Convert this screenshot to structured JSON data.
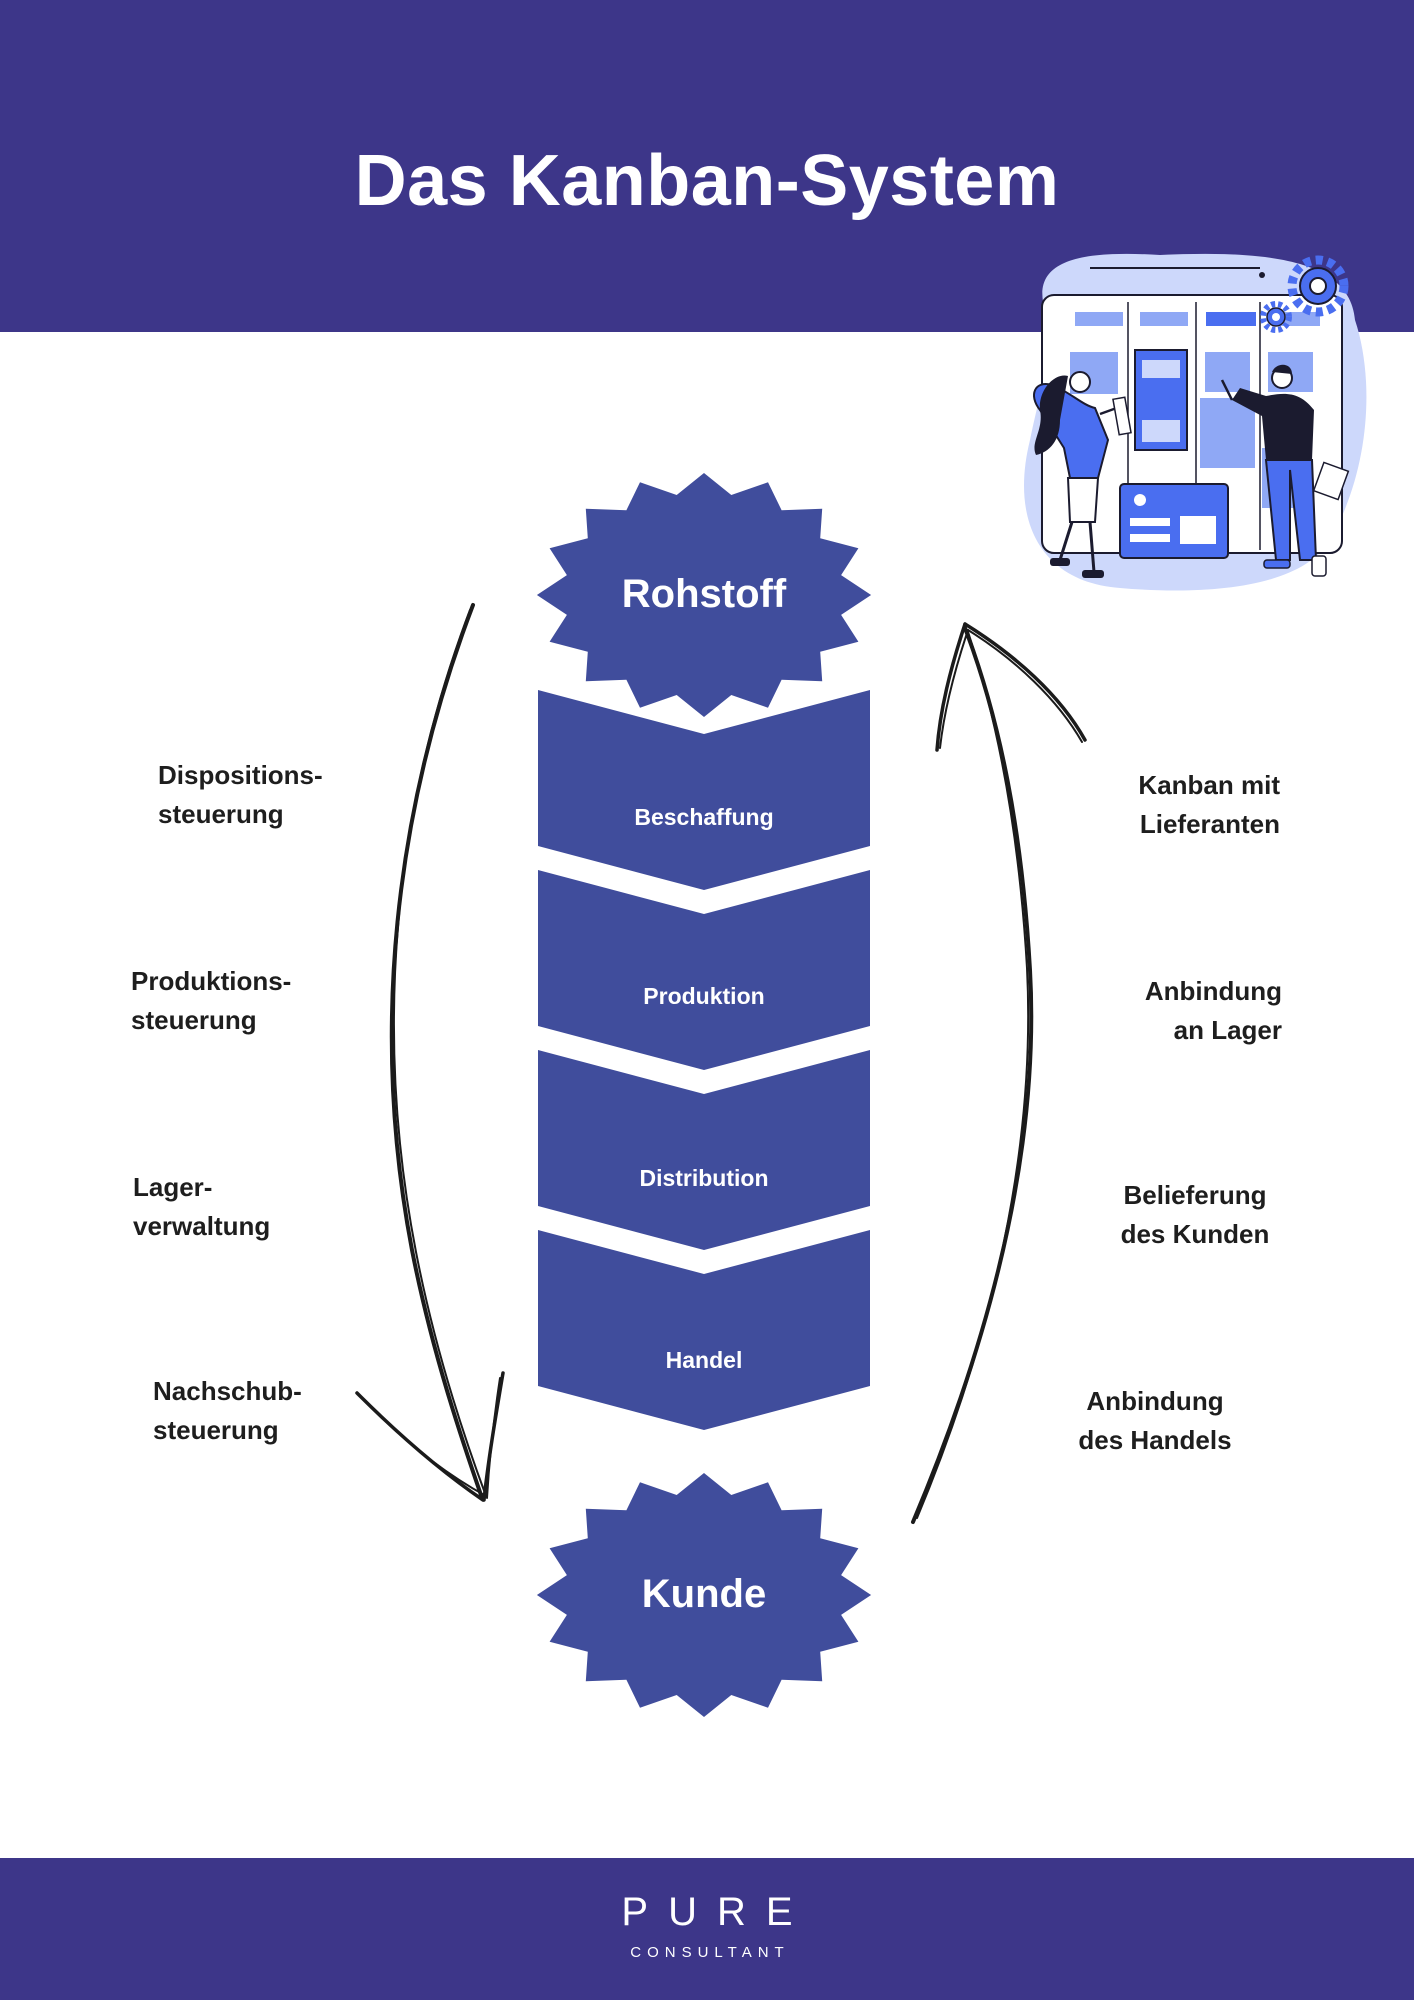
{
  "header": {
    "title": "Das Kanban-System"
  },
  "flow": {
    "start": "Rohstoff",
    "stages": [
      "Beschaffung",
      "Produktion",
      "Distribution",
      "Handel"
    ],
    "end": "Kunde"
  },
  "left_labels": [
    "Dispositions-\nsteuerung",
    "Produktions-\nsteuerung",
    "Lager-\nverwaltung",
    "Nachschub-\nsteuerung"
  ],
  "right_labels": [
    "Kanban mit\nLieferanten",
    "Anbindung\nan Lager",
    "Belieferung\ndes Kunden",
    "Anbindung\ndes Handels"
  ],
  "footer": {
    "brand": "PURE",
    "tagline": "CONSULTANT"
  },
  "colors": {
    "band": "#3d3689",
    "shape": "#404d9c",
    "illustration_blue": "#4a6ef0",
    "illustration_light": "#cdd8fb"
  },
  "icons": [
    "kanban-board-illustration",
    "gear-icon"
  ]
}
